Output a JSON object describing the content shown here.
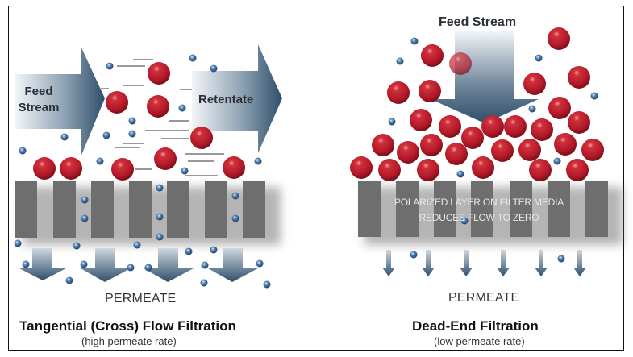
{
  "left_panel": {
    "feed_arrow_label": [
      "Feed",
      "Stream"
    ],
    "retentate_arrow_label": "Retentate",
    "permeate_label": "PERMEATE",
    "title": "Tangential (Cross) Flow Filtration",
    "subtitle": "(high permeate rate)"
  },
  "right_panel": {
    "feed_label": "Feed Stream",
    "overlay_text": [
      "POLARIZED LAYER ON FILTER MEDIA",
      "REDUCES FLOW TO ZERO"
    ],
    "permeate_label": "PERMEATE",
    "title": "Dead-End Filtration",
    "subtitle": "(low permeate rate)"
  },
  "colors": {
    "large_particle": "#b3192a",
    "small_particle": "#2c5a8f",
    "filter_media": "#6e6e6e",
    "arrow_dark": "#2f4f6b",
    "arrow_light": "#f2f4f6"
  }
}
